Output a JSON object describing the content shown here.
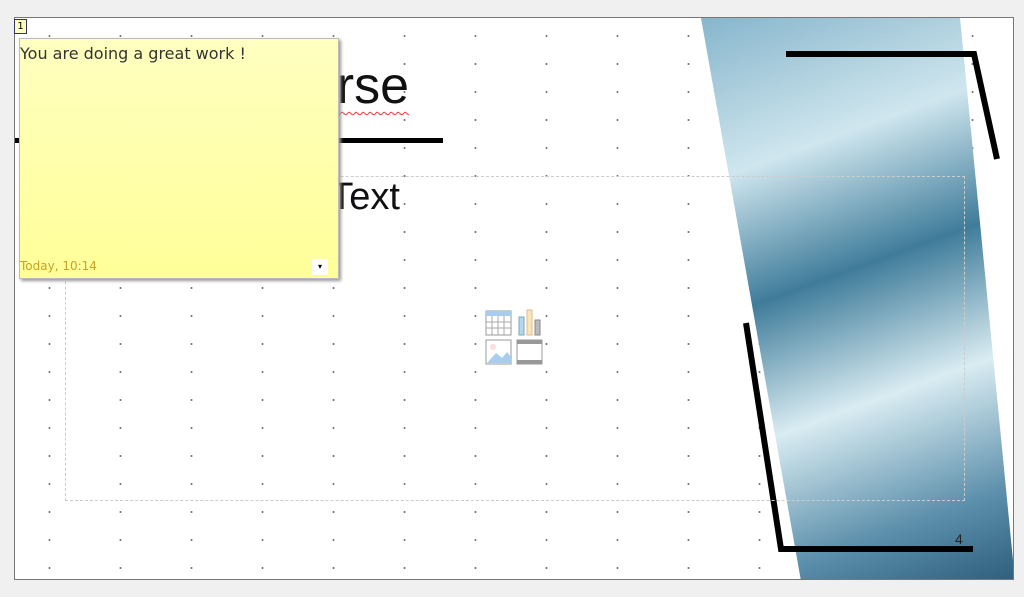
{
  "slide": {
    "title_visible": "rse",
    "body_visible": "Text",
    "page_number": "4"
  },
  "comment": {
    "author_initial": "1",
    "text": "You are doing a great work !",
    "date": "Today, 10:14",
    "menu_icon": "▾"
  },
  "colors": {
    "note_bg": "#ffffc0",
    "date": "#c9a227"
  }
}
